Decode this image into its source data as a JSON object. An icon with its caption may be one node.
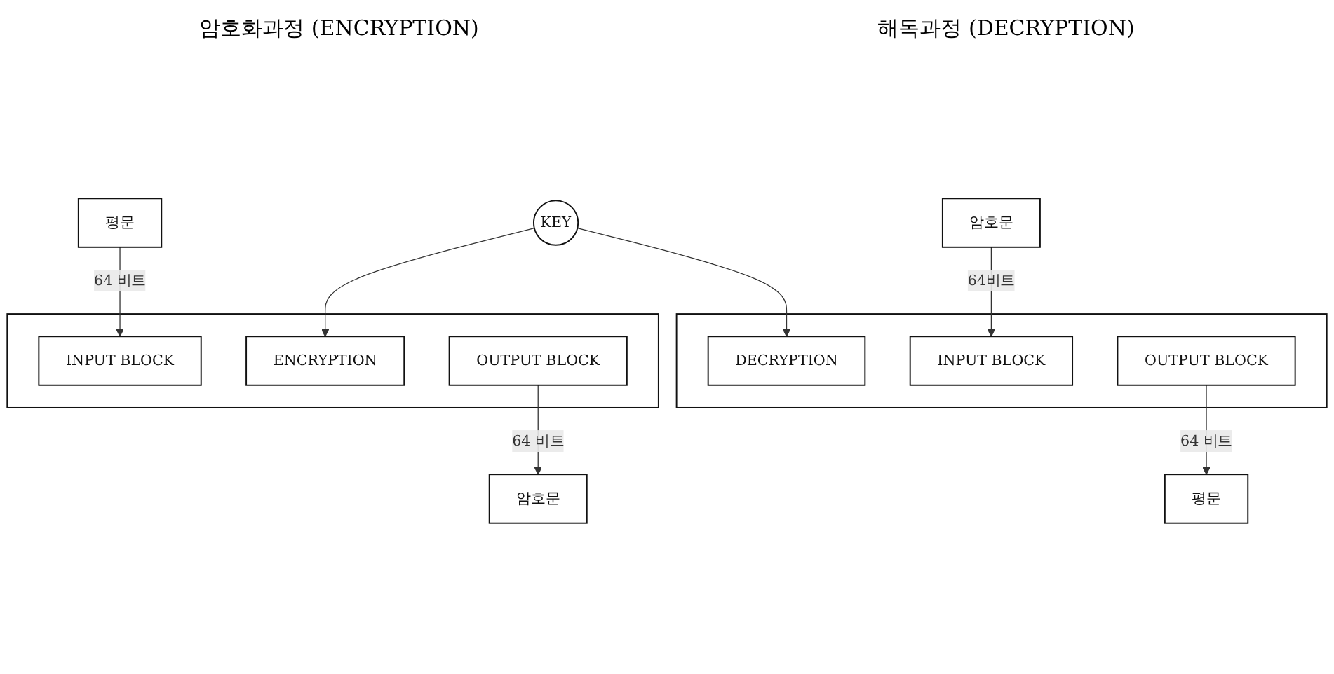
{
  "diagram": {
    "nodes": [
      {
        "text": [
          "평문"
        ]
      },
      {
        "text": [],
        "shape": "box"
      },
      {
        "text": [
          "INPUT BLOCK"
        ],
        "in": 1
      },
      {
        "text": [
          "ENCRYPTION"
        ],
        "in": 1
      },
      {
        "text": [
          "OUTPUT BLOCK"
        ],
        "in": 1
      },
      {
        "text": [
          "암호문"
        ]
      },
      {
        "text": [
          "KEY"
        ]
      },
      {
        "text": [
          "암호문"
        ]
      },
      {
        "text": [],
        "shape": "box"
      },
      {
        "text": [
          "INPUT BLOCK"
        ],
        "in": 8
      },
      {
        "text": [
          "DECRYPTION"
        ],
        "in": 8
      },
      {
        "text": [
          "OUTPUT BLOCK"
        ],
        "in": 8
      },
      {
        "text": [
          "평문"
        ]
      }
    ],
    "edges": [
      {
        "from": 0,
        "to": 2,
        "arrow": "to",
        "label": "64 비트"
      },
      {
        "from": 4,
        "to": 5,
        "arrow": "to",
        "label": "64 비트"
      },
      {
        "from": 6,
        "to": 3,
        "arrow": "to"
      },
      {
        "from": 6,
        "to": 10,
        "arrow": "to"
      },
      {
        "from": 7,
        "to": 9,
        "arrow": "to",
        "label": "64비트"
      },
      {
        "from": 11,
        "to": 12,
        "arrow": "to",
        "label": "64 비트"
      }
    ],
    "labels": [
      "암호화과정 (ENCRYPTION)",
      "해독과정 (DECRYPTION)"
    ]
  }
}
